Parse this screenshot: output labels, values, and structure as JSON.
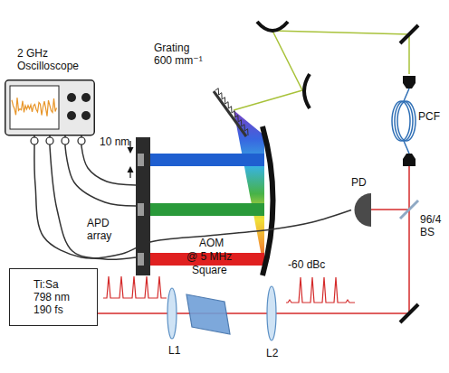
{
  "diagram": {
    "nodes": [
      {
        "text": [
          "2 GHz Oscilloscope"
        ]
      },
      {
        "text": [
          "APD array"
        ]
      },
      {
        "text": [
          "PD"
        ]
      },
      {
        "text": [
          "Ti:Sa 798 nm 190 fs"
        ]
      }
    ],
    "edges": [
      {
        "from": 1,
        "to": 0,
        "arrow": "none"
      },
      {
        "from": 1,
        "to": 0,
        "arrow": "none"
      },
      {
        "from": 1,
        "to": 0,
        "arrow": "none"
      },
      {
        "from": 2,
        "to": 0,
        "arrow": "none"
      }
    ],
    "labels": [
      "Grating 600 mm⁻¹",
      "10 nm",
      "PCF",
      "96/4 BS",
      "AOM",
      "@ 5 MHz",
      "Square",
      "-60 dBc",
      "L1",
      "L2"
    ]
  }
}
